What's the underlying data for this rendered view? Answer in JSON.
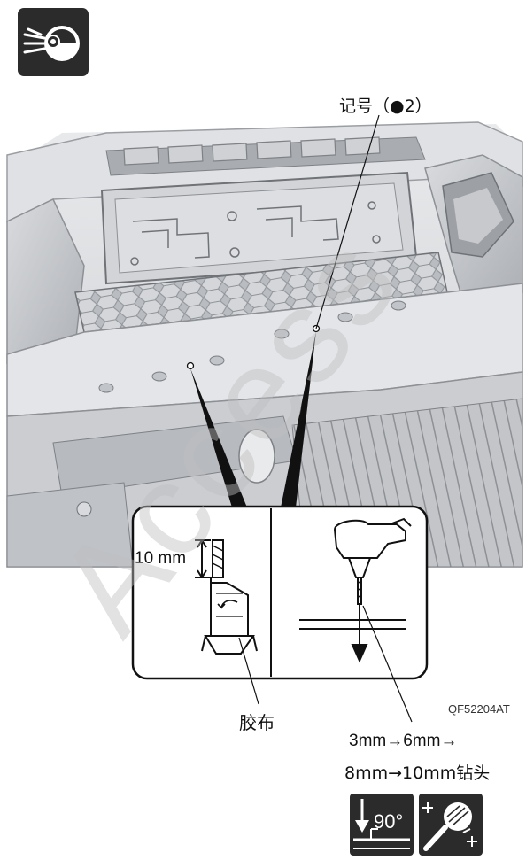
{
  "callout_mark": "记号（●2）",
  "inset": {
    "depth_label": "10 mm",
    "tape_label": "胶布"
  },
  "figure_code": "QF52204AT",
  "drill_sizes": {
    "line1": "3mm→6mm→",
    "line2": "8mm→10mm钻头"
  },
  "angle_icon_text": "90°",
  "watermark": "Access",
  "icons": [
    "eye-protection-icon",
    "perpendicular-drill-icon",
    "deburr-icon"
  ]
}
